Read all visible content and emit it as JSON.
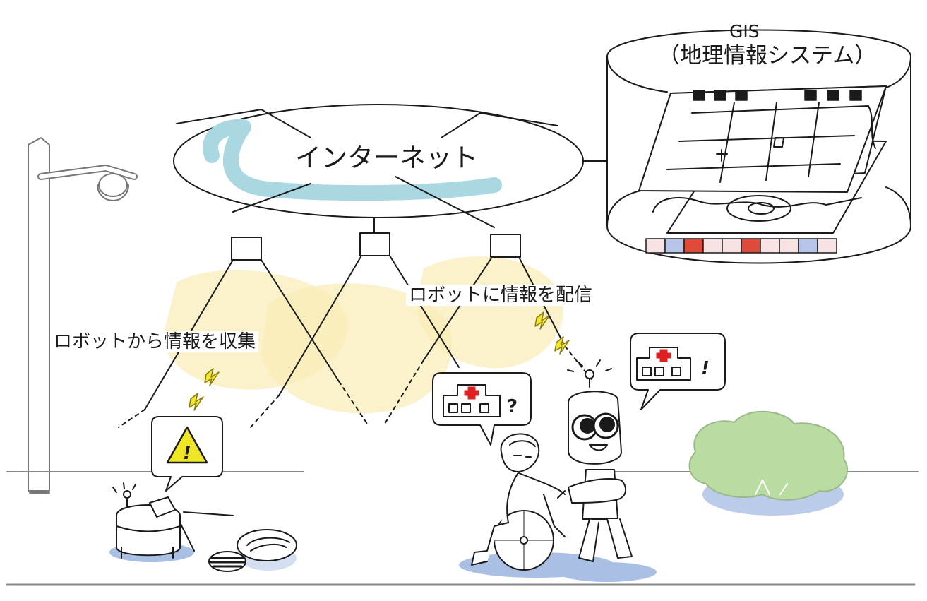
{
  "labels": {
    "internet": "インターネット",
    "gis_title": "GIS",
    "gis_subtitle": "（地理情報システム）",
    "collect": "ロボットから情報を収集",
    "deliver": "ロボットに情報を配信"
  },
  "bubbles": {
    "question_mark": "?",
    "exclaim_mark": "!",
    "warning_mark": "!"
  },
  "colors": {
    "line": "#1a1a1a",
    "internet_glow": "#a9d8e3",
    "light_cone": "#f9ecb8",
    "shadow": "#a9bfe3",
    "warning_yellow": "#f0e628",
    "hospital_red": "#e02020",
    "tree_green": "#b9dca1",
    "gis_strip": [
      "#f7e3e3",
      "#b7c6e8",
      "#e04a3a",
      "#f7e3e3",
      "#f7e3e3",
      "#e04a3a",
      "#f7e3e3",
      "#f7e3e3",
      "#b7c6e8",
      "#f7e3e3"
    ]
  },
  "icons": [
    "street-lamp-icon",
    "network-node-icon",
    "signal-bolt-icon",
    "warning-triangle-icon",
    "hospital-icon",
    "small-robot-icon",
    "humanoid-robot-icon",
    "wheelchair-person-icon",
    "manhole-icon",
    "tree-icon",
    "map-layer-icon"
  ]
}
